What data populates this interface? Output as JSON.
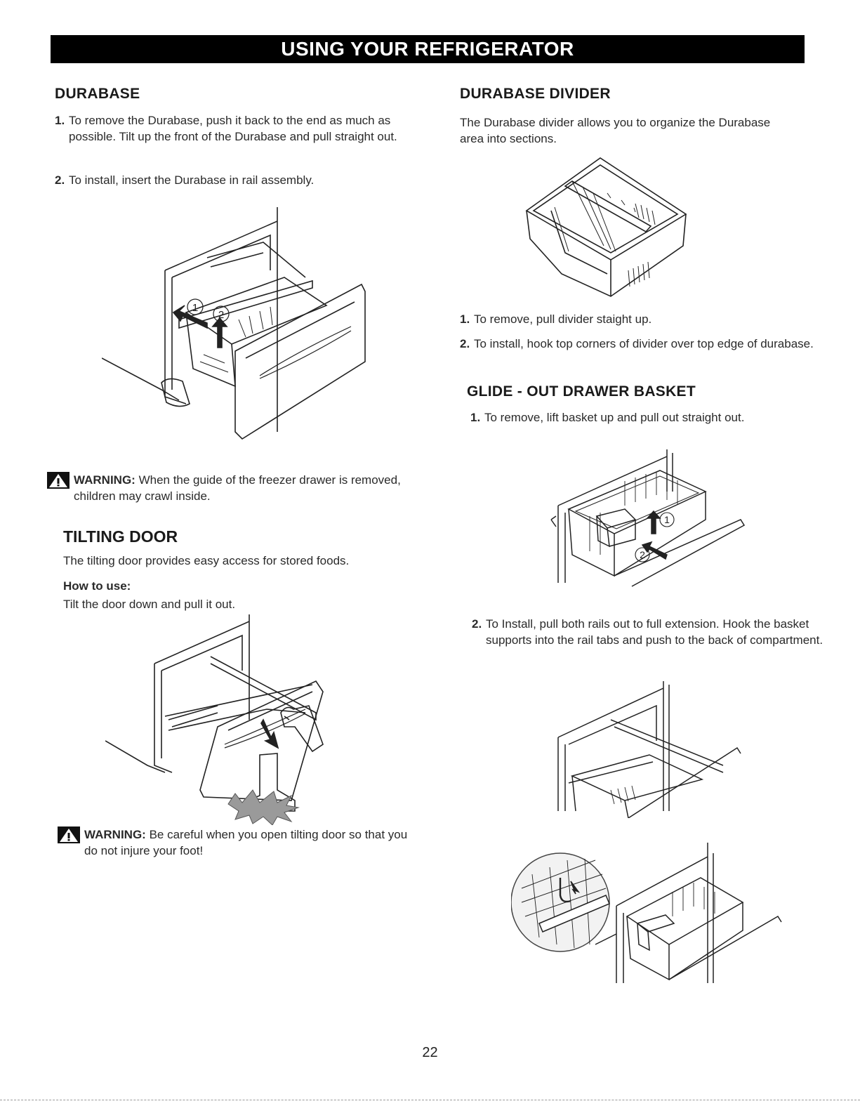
{
  "header": {
    "title": "USING YOUR REFRIGERATOR"
  },
  "durabase": {
    "heading": "DURABASE",
    "steps": [
      {
        "num": "1.",
        "text": "To remove the Durabase, push it back to the end as much as possible. Tilt up the front of the Durabase and pull straight out."
      },
      {
        "num": "2.",
        "text": "To install, insert the Durabase in rail assembly."
      }
    ],
    "figure_callouts": [
      "1",
      "2"
    ]
  },
  "warning1": {
    "label": "WARNING:",
    "text": "When the guide of the freezer drawer is removed, children may crawl inside."
  },
  "tilting_door": {
    "heading": "TILTING DOOR",
    "description": "The tilting door provides easy access for stored foods.",
    "how_to_label": "How to use:",
    "how_to_text": "Tilt the door down and pull it out."
  },
  "warning2": {
    "label": "WARNING:",
    "text": "Be careful when you open tilting door so that you do not injure your foot!"
  },
  "durabase_divider": {
    "heading": "DURABASE DIVIDER",
    "description": "The Durabase divider allows you to organize the Durabase area into sections.",
    "steps": [
      {
        "num": "1.",
        "text": "To remove, pull divider staight up."
      },
      {
        "num": "2.",
        "text": "To install, hook top corners of divider over top edge of durabase."
      }
    ]
  },
  "glide_out": {
    "heading": "GLIDE - OUT DRAWER BASKET",
    "step1": {
      "num": "1.",
      "text": "To remove, lift basket up and pull out straight out."
    },
    "step2": {
      "num": "2.",
      "text": "To Install, pull both rails out to full extension. Hook the basket supports into the rail tabs and push to the back of compartment."
    },
    "figure_callouts": [
      "1",
      "2"
    ]
  },
  "footer": {
    "page_number": "22"
  },
  "colors": {
    "banner_bg": "#000000",
    "banner_text": "#ffffff",
    "line_art": "#222222"
  }
}
